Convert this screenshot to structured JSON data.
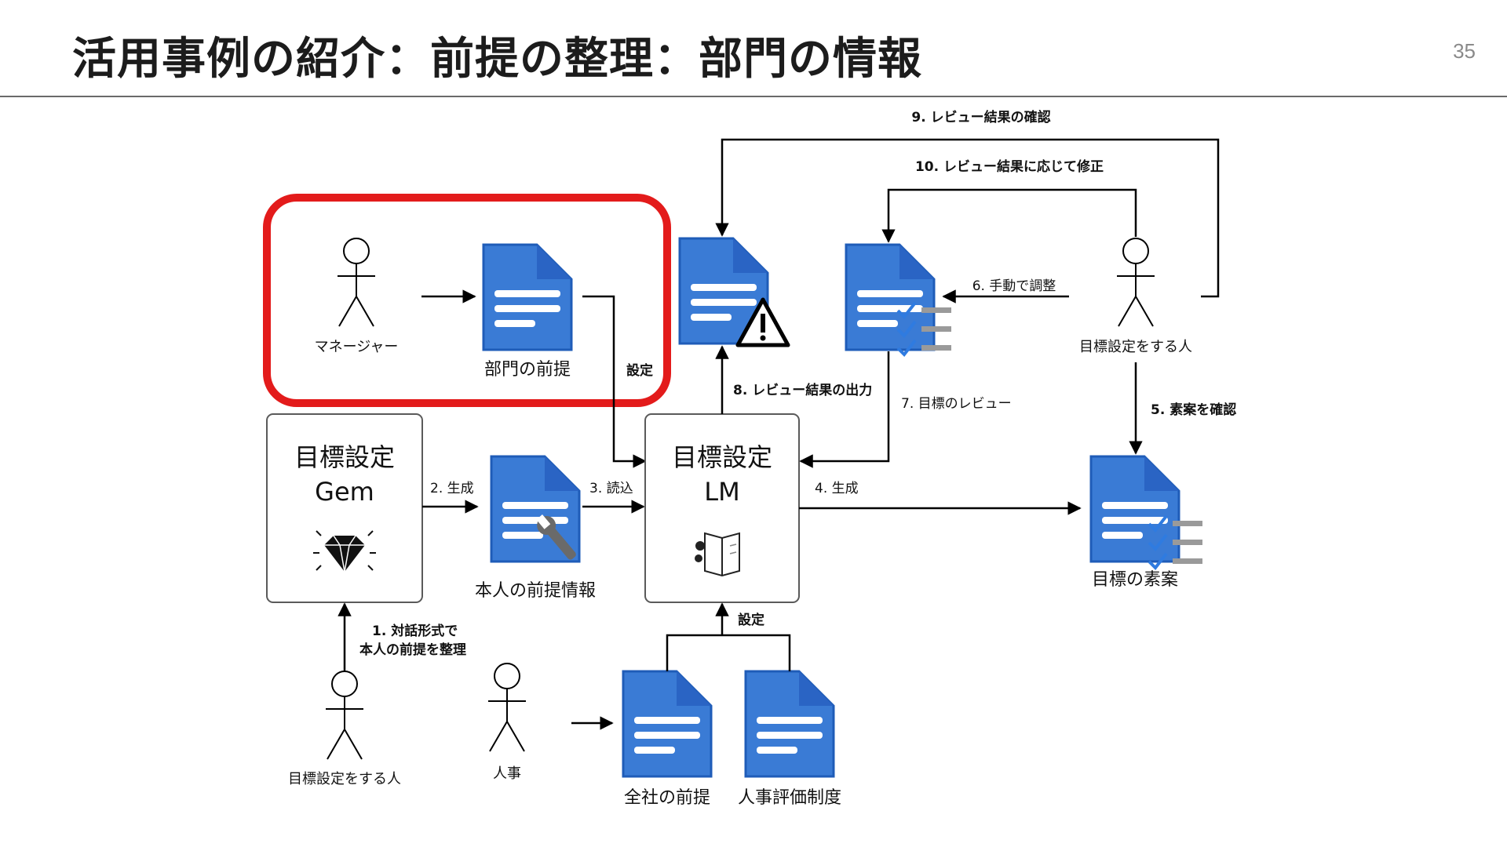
{
  "slide": {
    "title": "活用事例の紹介：前提の整理：部門の情報",
    "page_number": "35"
  },
  "colors": {
    "highlight": "#e31b1b",
    "document_blue": "#3a7bd5",
    "document_fold": "#2a64c4",
    "check_blue": "#2f7be0",
    "line": "#000000",
    "box_border": "#5a5a5a"
  },
  "actors": {
    "manager": "マネージャー",
    "goal_setter_right": "目標設定をする人",
    "goal_setter_bottom": "目標設定をする人",
    "hr": "人事"
  },
  "boxes": {
    "gem_line1": "目標設定",
    "gem_line2": "Gem",
    "lm_line1": "目標設定",
    "lm_line2": "LM"
  },
  "documents": {
    "department_premise": "部門の前提",
    "personal_premise": "本人の前提情報",
    "company_premise": "全社の前提",
    "hr_evaluation": "人事評価制度",
    "goal_draft": "目標の素案"
  },
  "flow_labels": {
    "setting_top": "設定",
    "setting_bottom": "設定",
    "step1_line1": "1. 対話形式で",
    "step1_line2": "本人の前提を整理",
    "step2": "2. 生成",
    "step3": "3. 読込",
    "step4": "4. 生成",
    "step5": "5. 素案を確認",
    "step6": "6. 手動で調整",
    "step7": "7. 目標のレビュー",
    "step8": "8. レビュー結果の出力",
    "step9": "9. レビュー結果の確認",
    "step10": "10. レビュー結果に応じて修正"
  },
  "icons": {
    "actor": "stick-figure-icon",
    "document": "document-icon",
    "warning": "warning-icon",
    "checklist": "checklist-icon",
    "wrench": "wrench-icon",
    "diamond": "diamond-icon",
    "notebook": "notebook-icon"
  }
}
